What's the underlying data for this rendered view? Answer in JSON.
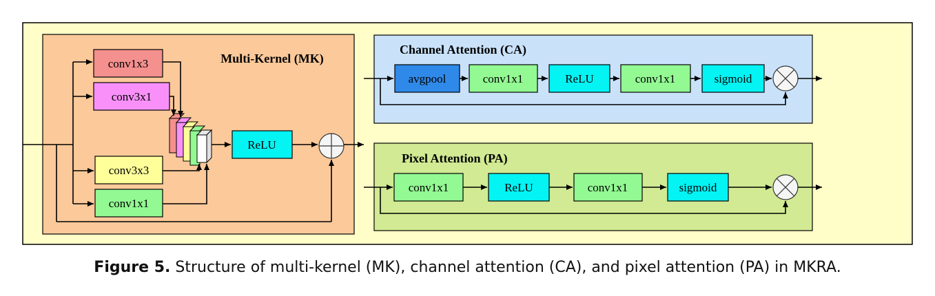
{
  "colors": {
    "outer_bg": "#fffdc8",
    "mk_bg": "#fbc99a",
    "ca_bg": "#c9e2fa",
    "pa_bg": "#d1ea93",
    "pink": "#f4908e",
    "magenta": "#f990f9",
    "yellow": "#ffff9a",
    "green": "#93f993",
    "cyan": "#04f3f3",
    "blue": "#2f89e8"
  },
  "mk": {
    "title": "Multi-Kernel (MK)",
    "conv1x3": "conv1x3",
    "conv3x1": "conv3x1",
    "conv3x3": "conv3x3",
    "conv1x1": "conv1x1",
    "relu": "ReLU",
    "add_icon": "circle-plus-icon",
    "concat_icon": "concatenated-feature-maps-icon"
  },
  "ca": {
    "title": "Channel Attention (CA)",
    "avgpool": "avgpool",
    "conv1": "conv1x1",
    "relu": "ReLU",
    "conv2": "conv1x1",
    "sigmoid": "sigmoid",
    "mult_icon": "circle-times-icon"
  },
  "pa": {
    "title": "Pixel Attention (PA)",
    "conv1": "conv1x1",
    "relu": "ReLU",
    "conv2": "conv1x1",
    "sigmoid": "sigmoid",
    "mult_icon": "circle-times-icon"
  },
  "caption": {
    "label": "Figure 5.",
    "text": " Structure of multi-kernel (MK), channel attention (CA), and pixel attention (PA) in MKRA."
  }
}
